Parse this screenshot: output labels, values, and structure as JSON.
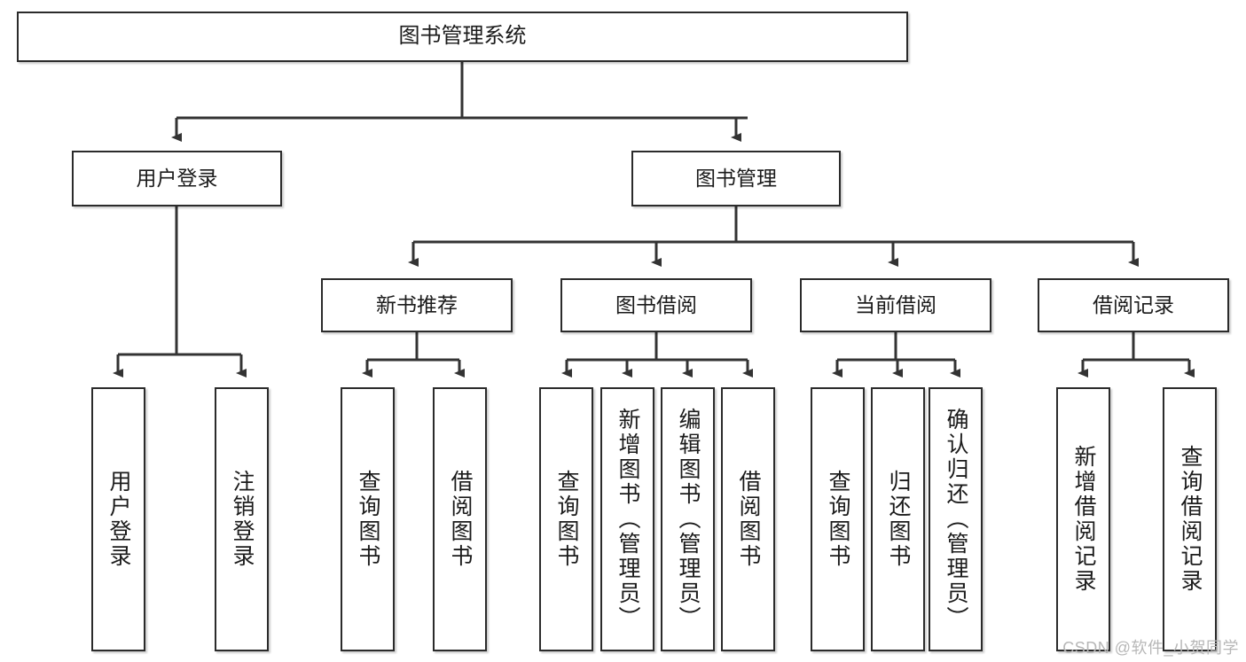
{
  "diagram": {
    "type": "tree-hierarchy",
    "title": "图书管理系统",
    "root": {
      "id": "root",
      "label": "图书管理系统"
    },
    "level2": [
      {
        "id": "user-login",
        "label": "用户登录"
      },
      {
        "id": "book-manage",
        "label": "图书管理"
      }
    ],
    "level3": [
      {
        "id": "new-book-rec",
        "label": "新书推荐"
      },
      {
        "id": "book-borrow",
        "label": "图书借阅"
      },
      {
        "id": "current-borrow",
        "label": "当前借阅"
      },
      {
        "id": "borrow-record",
        "label": "借阅记录"
      }
    ],
    "leaves": {
      "user_login": [
        {
          "id": "leaf-user-login",
          "label": "用户登录"
        },
        {
          "id": "leaf-logout",
          "label": "注销登录"
        }
      ],
      "new_book_rec": [
        {
          "id": "leaf-query-book-1",
          "label": "查询图书"
        },
        {
          "id": "leaf-borrow-book-1",
          "label": "借阅图书"
        }
      ],
      "book_borrow": [
        {
          "id": "leaf-query-book-2",
          "label": "查询图书"
        },
        {
          "id": "leaf-add-book",
          "label": "新增图书（管理员）"
        },
        {
          "id": "leaf-edit-book",
          "label": "编辑图书（管理员）"
        },
        {
          "id": "leaf-borrow-book-2",
          "label": "借阅图书"
        }
      ],
      "current_borrow": [
        {
          "id": "leaf-query-book-3",
          "label": "查询图书"
        },
        {
          "id": "leaf-return-book",
          "label": "归还图书"
        },
        {
          "id": "leaf-confirm-return",
          "label": "确认归还（管理员）"
        }
      ],
      "borrow_record": [
        {
          "id": "leaf-add-record",
          "label": "新增借阅记录"
        },
        {
          "id": "leaf-query-record",
          "label": "查询借阅记录"
        }
      ]
    },
    "colors": {
      "border": "#2b2b2b",
      "background": "#ffffff",
      "text": "#1b1b1b",
      "connector": "#333333",
      "watermark": "#b7b7b7"
    }
  },
  "watermark": {
    "text": "CSDN @软件_小贺同学"
  }
}
